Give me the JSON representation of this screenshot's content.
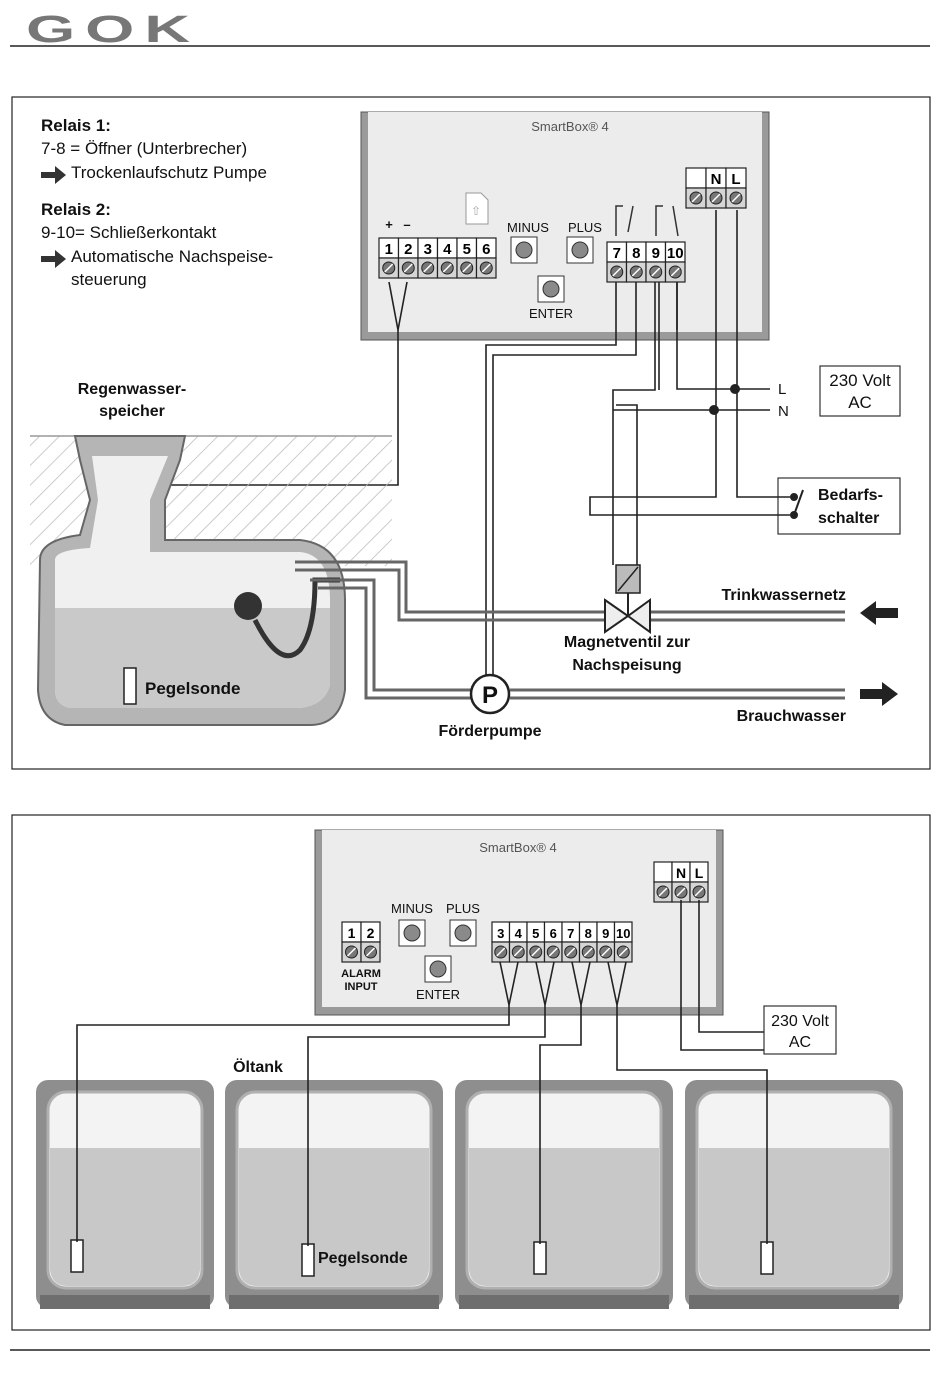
{
  "header": {
    "logo_text": "GOK"
  },
  "diagram1": {
    "relais1": {
      "title": "Relais 1:",
      "contact": "7-8 = Öffner (Unterbrecher)",
      "note": "Trockenlaufschutz Pumpe"
    },
    "relais2": {
      "title": "Relais 2:",
      "contact": "9-10= Schließerkontakt",
      "note_line1": "Automatische Nachspeise-",
      "note_line2": "steuerung"
    },
    "box": {
      "title": "SmartBox® 4",
      "polarity_plus": "+",
      "polarity_minus": "–",
      "terminals_left": [
        "1",
        "2",
        "3",
        "4",
        "5",
        "6"
      ],
      "terminals_relay": [
        "7",
        "8",
        "9",
        "10"
      ],
      "terminals_power": [
        "N",
        "L"
      ],
      "minus_label": "MINUS",
      "plus_label": "PLUS",
      "enter_label": "ENTER"
    },
    "power": {
      "line1": "230 Volt",
      "line2": "AC",
      "l_label": "L",
      "n_label": "N"
    },
    "switch": {
      "line1": "Bedarfs-",
      "line2": "schalter"
    },
    "tank": {
      "line1": "Regenwasser-",
      "line2": "speicher"
    },
    "probe_label": "Pegelsonde",
    "valve": {
      "line1": "Magnetventil zur",
      "line2": "Nachspeisung"
    },
    "pump_symbol": "P",
    "pump_label": "Förderpumpe",
    "drinking_water": "Trinkwassernetz",
    "process_water": "Brauchwasser"
  },
  "diagram2": {
    "box": {
      "title": "SmartBox® 4",
      "terminals_alarm": [
        "1",
        "2"
      ],
      "alarm_line1": "ALARM",
      "alarm_line2": "INPUT",
      "minus_label": "MINUS",
      "plus_label": "PLUS",
      "enter_label": "ENTER",
      "terminals_main": [
        "3",
        "4",
        "5",
        "6",
        "7",
        "8",
        "9",
        "10"
      ],
      "terminals_power": [
        "N",
        "L"
      ]
    },
    "power": {
      "line1": "230 Volt",
      "line2": "AC"
    },
    "tank_label": "Öltank",
    "probe_label": "Pegelsonde"
  }
}
